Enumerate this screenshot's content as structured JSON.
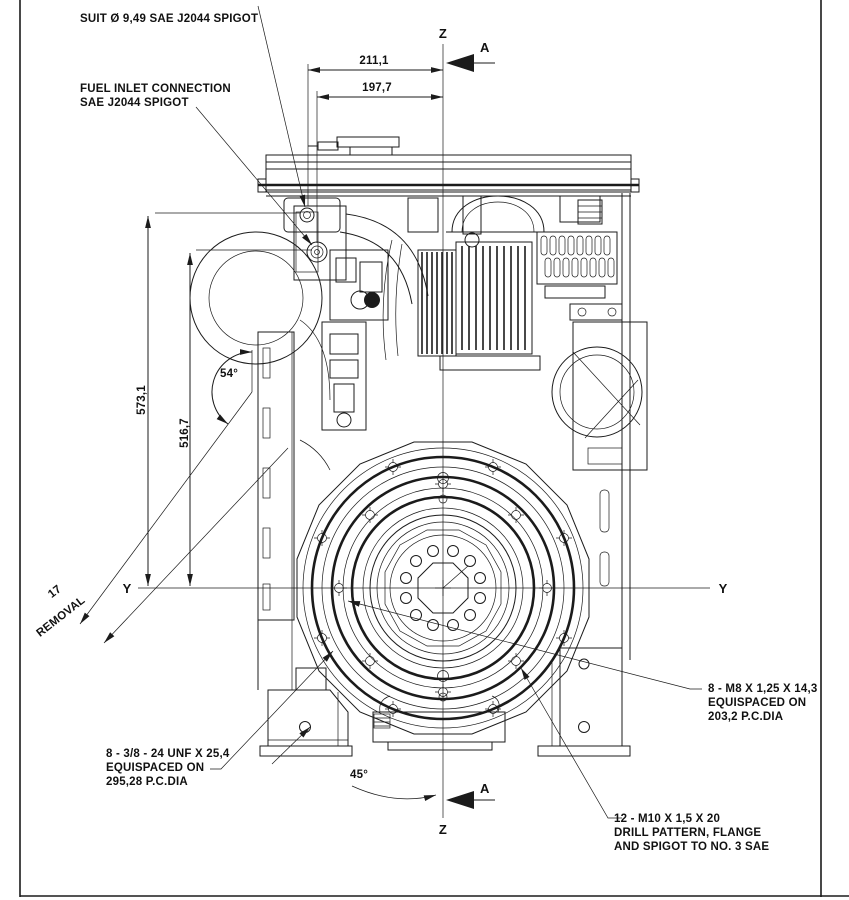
{
  "drawing": {
    "notes": {
      "suit": "SUIT Ø 9,49 SAE J2044 SPIGOT",
      "fuel1": "FUEL INLET CONNECTION",
      "fuel2": "SAE J2044 SPIGOT",
      "unf1": "8 - 3/8 - 24 UNF X 25,4",
      "unf2": "EQUISPACED ON",
      "unf3": "295,28 P.C.DIA",
      "m8_1": "8 - M8 X 1,25 X 14,3",
      "m8_2": "EQUISPACED ON",
      "m8_3": "203,2 P.C.DIA",
      "m10_1": "12 - M10 X 1,5 X 20",
      "m10_2": "DRILL PATTERN, FLANGE",
      "m10_3": "AND SPIGOT TO NO. 3 SAE",
      "removal_num": "17",
      "removal_word": "REMOVAL"
    },
    "dims": {
      "d211": "211,1",
      "d197": "197,7",
      "d573": "573,1",
      "d516": "516,7"
    },
    "angles": {
      "a54": "54°",
      "a45": "45°"
    },
    "axes": {
      "z": "Z",
      "y": "Y",
      "a": "A"
    },
    "colors": {
      "line": "#1b1b1b",
      "background": "#ffffff"
    }
  }
}
